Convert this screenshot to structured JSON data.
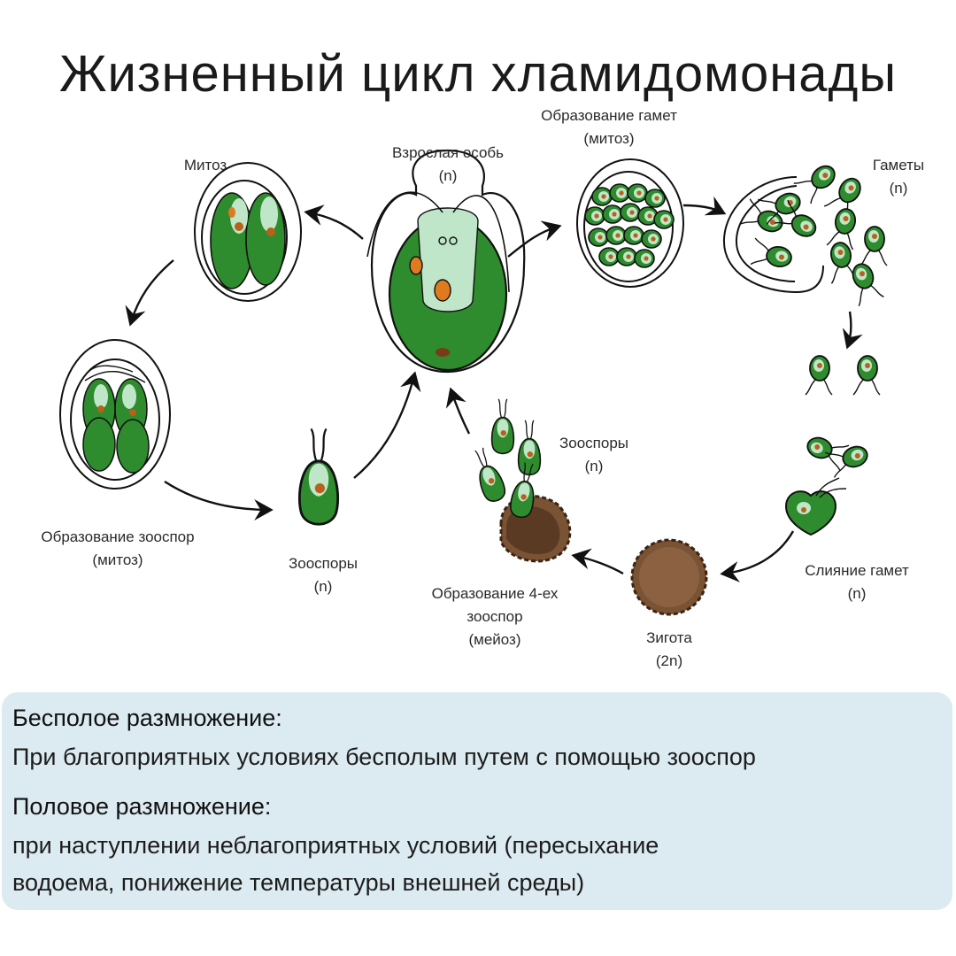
{
  "title": "Жизненный цикл хламидомонады",
  "labels": {
    "mitosis": [
      "Митоз"
    ],
    "adult": [
      "Взрослая особь",
      "(n)"
    ],
    "gamete_formation": [
      "Образование гамет",
      "(митоз)"
    ],
    "gametes": [
      "Гаметы",
      "(n)"
    ],
    "zoospore_formation": [
      "Образование зооспор",
      "(митоз)"
    ],
    "zoospores_left": [
      "Зооспоры",
      "(n)"
    ],
    "zoospores_right": [
      "Зооспоры",
      "(n)"
    ],
    "four_zoospores": [
      "Образование 4-ех",
      "зооспор",
      "(мейоз)"
    ],
    "zygote": [
      "Зигота",
      "(2n)"
    ],
    "gamete_fusion": [
      "Слияние гамет",
      "(n)"
    ]
  },
  "info": {
    "asexual_heading": "Бесполое размножение:",
    "asexual_text": "При благоприятных условиях бесполым путем с помощью зооспор",
    "sexual_heading": "Половое размножение:",
    "sexual_text_1": "при наступлении неблагоприятных условий (пересыхание",
    "sexual_text_2": "водоема, понижение температуры внешней среды)"
  },
  "colors": {
    "cell_green": "#2e8b2e",
    "cell_light": "#bfe6c8",
    "nucleus_orange": "#e07a1f",
    "zygote_brown": "#7a5234",
    "panel_bg": "#dcebf1"
  }
}
